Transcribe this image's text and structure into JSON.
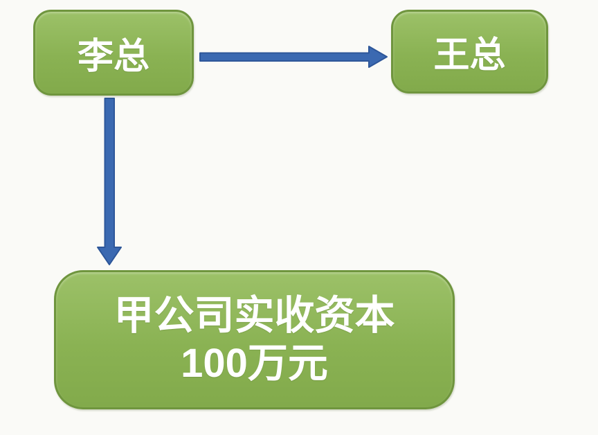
{
  "diagram": {
    "nodes": [
      {
        "id": "li",
        "label": "李总"
      },
      {
        "id": "wang",
        "label": "王总"
      },
      {
        "id": "company",
        "label_line1": "甲公司实收资本",
        "label_line2": "100万元"
      }
    ],
    "edges": [
      {
        "from": "li",
        "to": "wang",
        "direction": "right",
        "style": "block-arrow"
      },
      {
        "from": "li",
        "to": "company",
        "direction": "down",
        "style": "block-arrow"
      }
    ]
  },
  "colors": {
    "background": "#fafaf7",
    "node_fill": "#8ab253",
    "node_border": "#6f953e",
    "node_text": "#ffffff",
    "arrow_fill": "#3b69b1",
    "arrow_stroke": "#2d5699"
  }
}
